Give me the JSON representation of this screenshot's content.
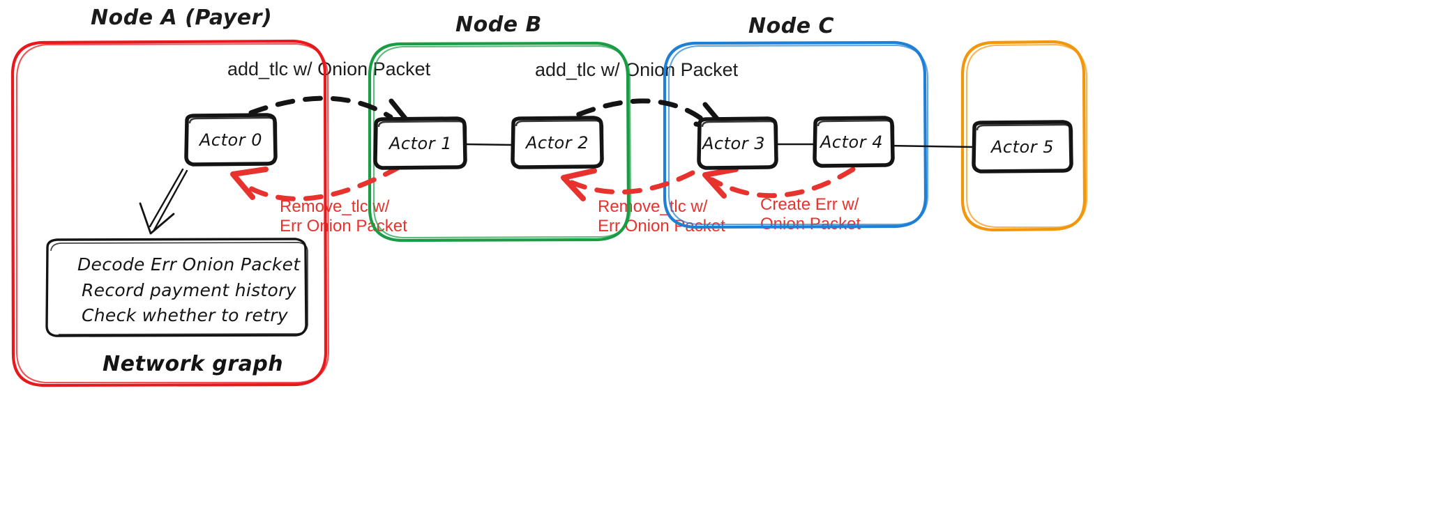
{
  "diagram": {
    "title_hidden": "Onion packet error routing across nodes",
    "background": "#ffffff"
  },
  "colors": {
    "node_a": "#e8191c",
    "node_b": "#1a9c45",
    "node_c": "#1e7fd4",
    "node_d": "#f2960b",
    "forward": "#121212",
    "error": "#e8322e",
    "actor_stroke": "#141414",
    "text": "#141414"
  },
  "nodes": [
    {
      "id": "node-a",
      "title": "Node A (Payer)",
      "color": "#e8191c"
    },
    {
      "id": "node-b",
      "title": "Node B",
      "color": "#1a9c45"
    },
    {
      "id": "node-c",
      "title": "Node C",
      "color": "#1e7fd4"
    },
    {
      "id": "node-d",
      "title": "",
      "color": "#f2960b"
    }
  ],
  "actors": [
    {
      "id": "actor-0",
      "label": "Actor 0"
    },
    {
      "id": "actor-1",
      "label": "Actor 1"
    },
    {
      "id": "actor-2",
      "label": "Actor 2"
    },
    {
      "id": "actor-3",
      "label": "Actor 3"
    },
    {
      "id": "actor-4",
      "label": "Actor 4"
    },
    {
      "id": "actor-5",
      "label": "Actor 5"
    }
  ],
  "forward_labels": [
    {
      "id": "add-tlc-1",
      "text": "add_tlc w/ Onion Packet"
    },
    {
      "id": "add-tlc-2",
      "text": "add_tlc w/ Onion Packet"
    }
  ],
  "error_labels": [
    {
      "id": "remove-tlc-1",
      "line1": "Remove_tlc w/",
      "line2": "Err Onion Packet"
    },
    {
      "id": "remove-tlc-2",
      "line1": "Remove_tlc w/",
      "line2": "Err Onion Packet"
    },
    {
      "id": "create-err",
      "line1": "Create Err w/",
      "line2": "Onion Packet"
    }
  ],
  "network_graph": {
    "lines": [
      "Decode Err Onion Packet",
      "Record payment history",
      "Check whether to retry"
    ],
    "caption": "Network graph"
  }
}
